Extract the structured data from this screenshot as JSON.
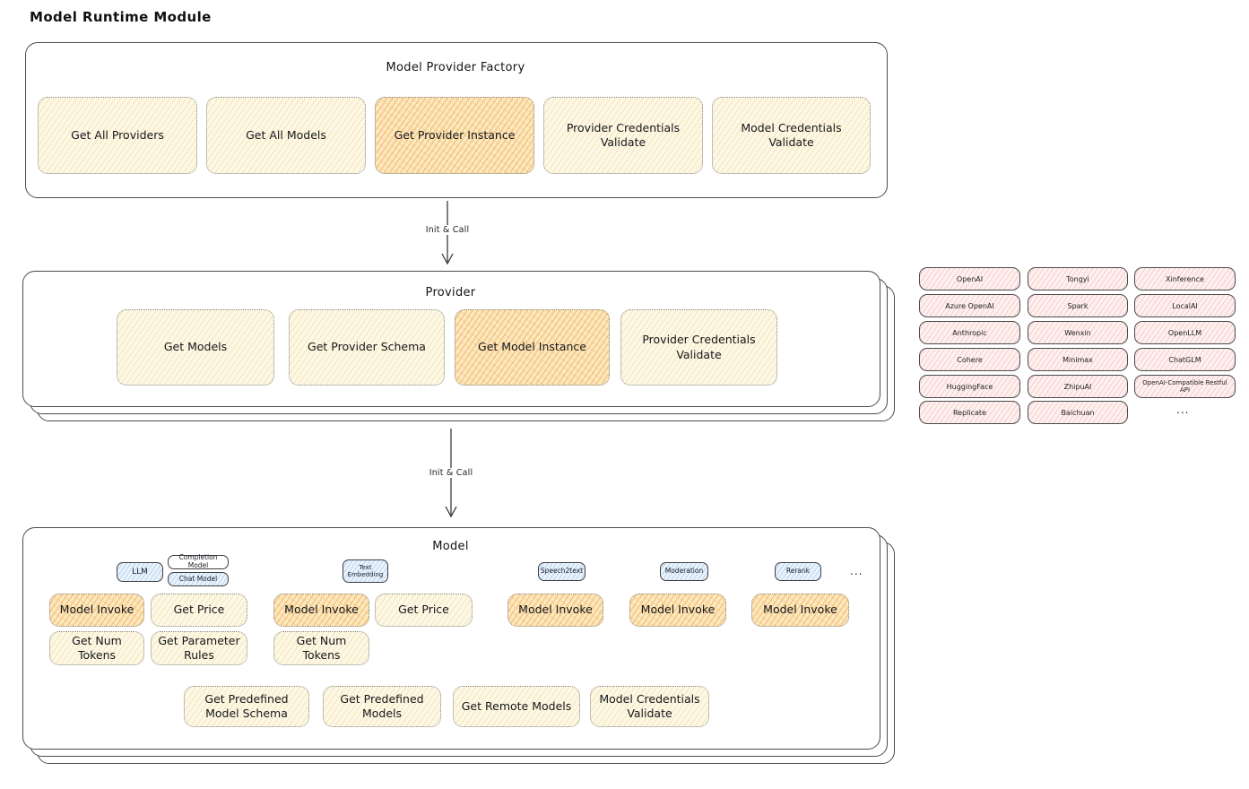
{
  "title": "Model Runtime Module",
  "colors": {
    "op_fill": "#fdf8e6",
    "op_highlight_fill": "#fbe9c4",
    "op_hatch": "#e7c576",
    "op_highlight_hatch": "#f2a83e",
    "provider_pill_fill": "#fdf0ef",
    "provider_pill_hatch": "#e28080",
    "type_tag_fill": "#eaf3fc",
    "type_tag_hatch": "#609cd8",
    "frame_border": "#4b4b53",
    "text": "#1b1b1b"
  },
  "flow": {
    "arrow1_label": "Init & Call",
    "arrow2_label": "Init & Call"
  },
  "factory": {
    "title": "Model Provider Factory",
    "ops": [
      "Get All Providers",
      "Get All Models",
      "Get Provider Instance",
      "Provider Credentials Validate",
      "Model Credentials Validate"
    ]
  },
  "provider": {
    "title": "Provider",
    "ops": [
      "Get Models",
      "Get Provider Schema",
      "Get Model Instance",
      "Provider Credentials Validate"
    ]
  },
  "providers_panel": {
    "items": [
      "OpenAI",
      "Tongyi",
      "Xinference",
      "Azure OpenAI",
      "Spark",
      "LocalAI",
      "Anthropic",
      "Wenxin",
      "OpenLLM",
      "Cohere",
      "Minimax",
      "ChatGLM",
      "HuggingFace",
      "ZhipuAI",
      "OpenAI-Compatible Restful API",
      "Replicate",
      "Baichuan"
    ],
    "more": "..."
  },
  "model": {
    "title": "Model",
    "types": [
      "LLM",
      "Completion Model",
      "Chat Model",
      "Text Embedding",
      "Speech2text",
      "Moderation",
      "Rerank"
    ],
    "more": "...",
    "ops": {
      "model_invoke": "Model Invoke",
      "get_price": "Get Price",
      "get_num_tokens": "Get Num Tokens",
      "get_parameter_rules": "Get Parameter Rules",
      "get_predefined_model_schema": "Get Predefined Model Schema",
      "get_predefined_models": "Get Predefined Models",
      "get_remote_models": "Get Remote Models",
      "model_credentials_validate": "Model Credentials Validate"
    }
  }
}
